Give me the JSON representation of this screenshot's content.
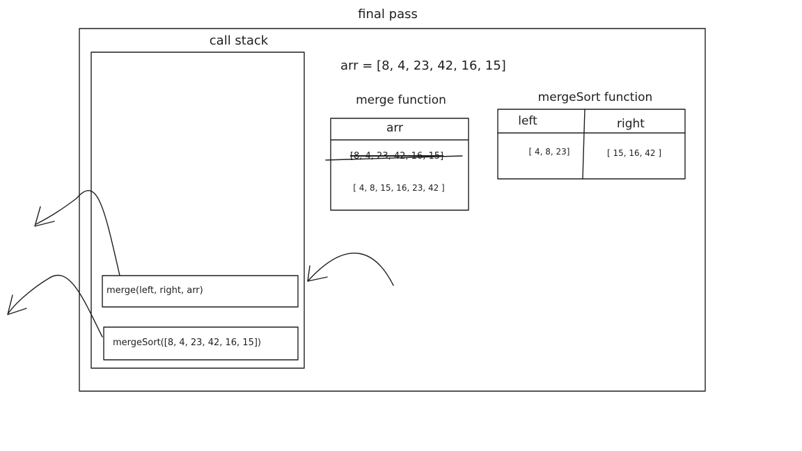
{
  "title": "final pass",
  "call_stack": {
    "label": "call stack",
    "frames": [
      "merge(left, right, arr)",
      "mergeSort([8, 4, 23, 42, 16, 15])"
    ]
  },
  "arr_declaration": "arr = [8, 4, 23, 42, 16, 15]",
  "merge_function": {
    "label": "merge function",
    "column": "arr",
    "old_value": "[8, 4, 23, 42, 16, 15]",
    "new_value": "[ 4, 8, 15, 16, 23, 42 ]"
  },
  "mergesort_function": {
    "label": "mergeSort function",
    "left_header": "left",
    "right_header": "right",
    "left_value": "[ 4, 8, 23]",
    "right_value": "[ 15, 16, 42 ]"
  }
}
